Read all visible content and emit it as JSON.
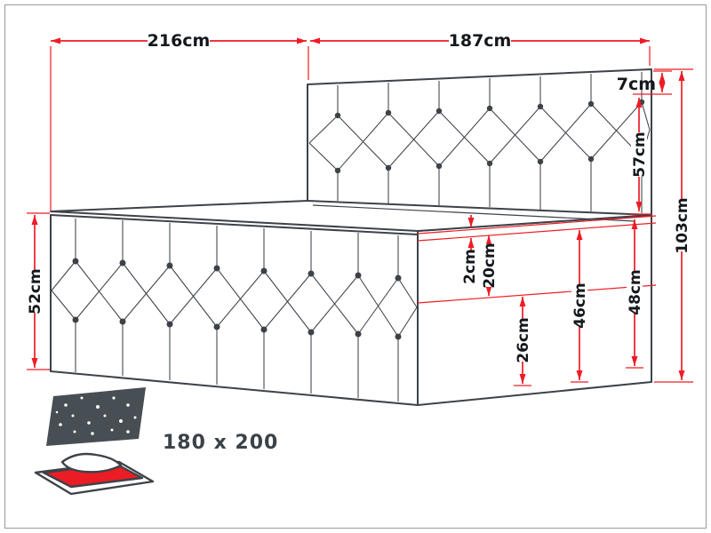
{
  "labels": {
    "length_total": "216cm",
    "width_total": "187cm",
    "headboard_top_edge": "7cm",
    "headboard_panel_height": "57cm",
    "headboard_total_height": "103cm",
    "side_total_height": "52cm",
    "topper_thickness": "2cm",
    "mattress_thickness": "20cm",
    "base_height": "26cm",
    "height_without_topper": "46cm",
    "height_with_topper": "48cm"
  },
  "footer": {
    "size_label": "180 x 200"
  },
  "icons": {
    "footer_icon": "bed-mattress-stars-icon"
  },
  "colors": {
    "dimension_red": "#ee1c25",
    "outline_gray": "#3d4248",
    "icon_red": "#ec1c24",
    "icon_dark": "#474e54"
  }
}
